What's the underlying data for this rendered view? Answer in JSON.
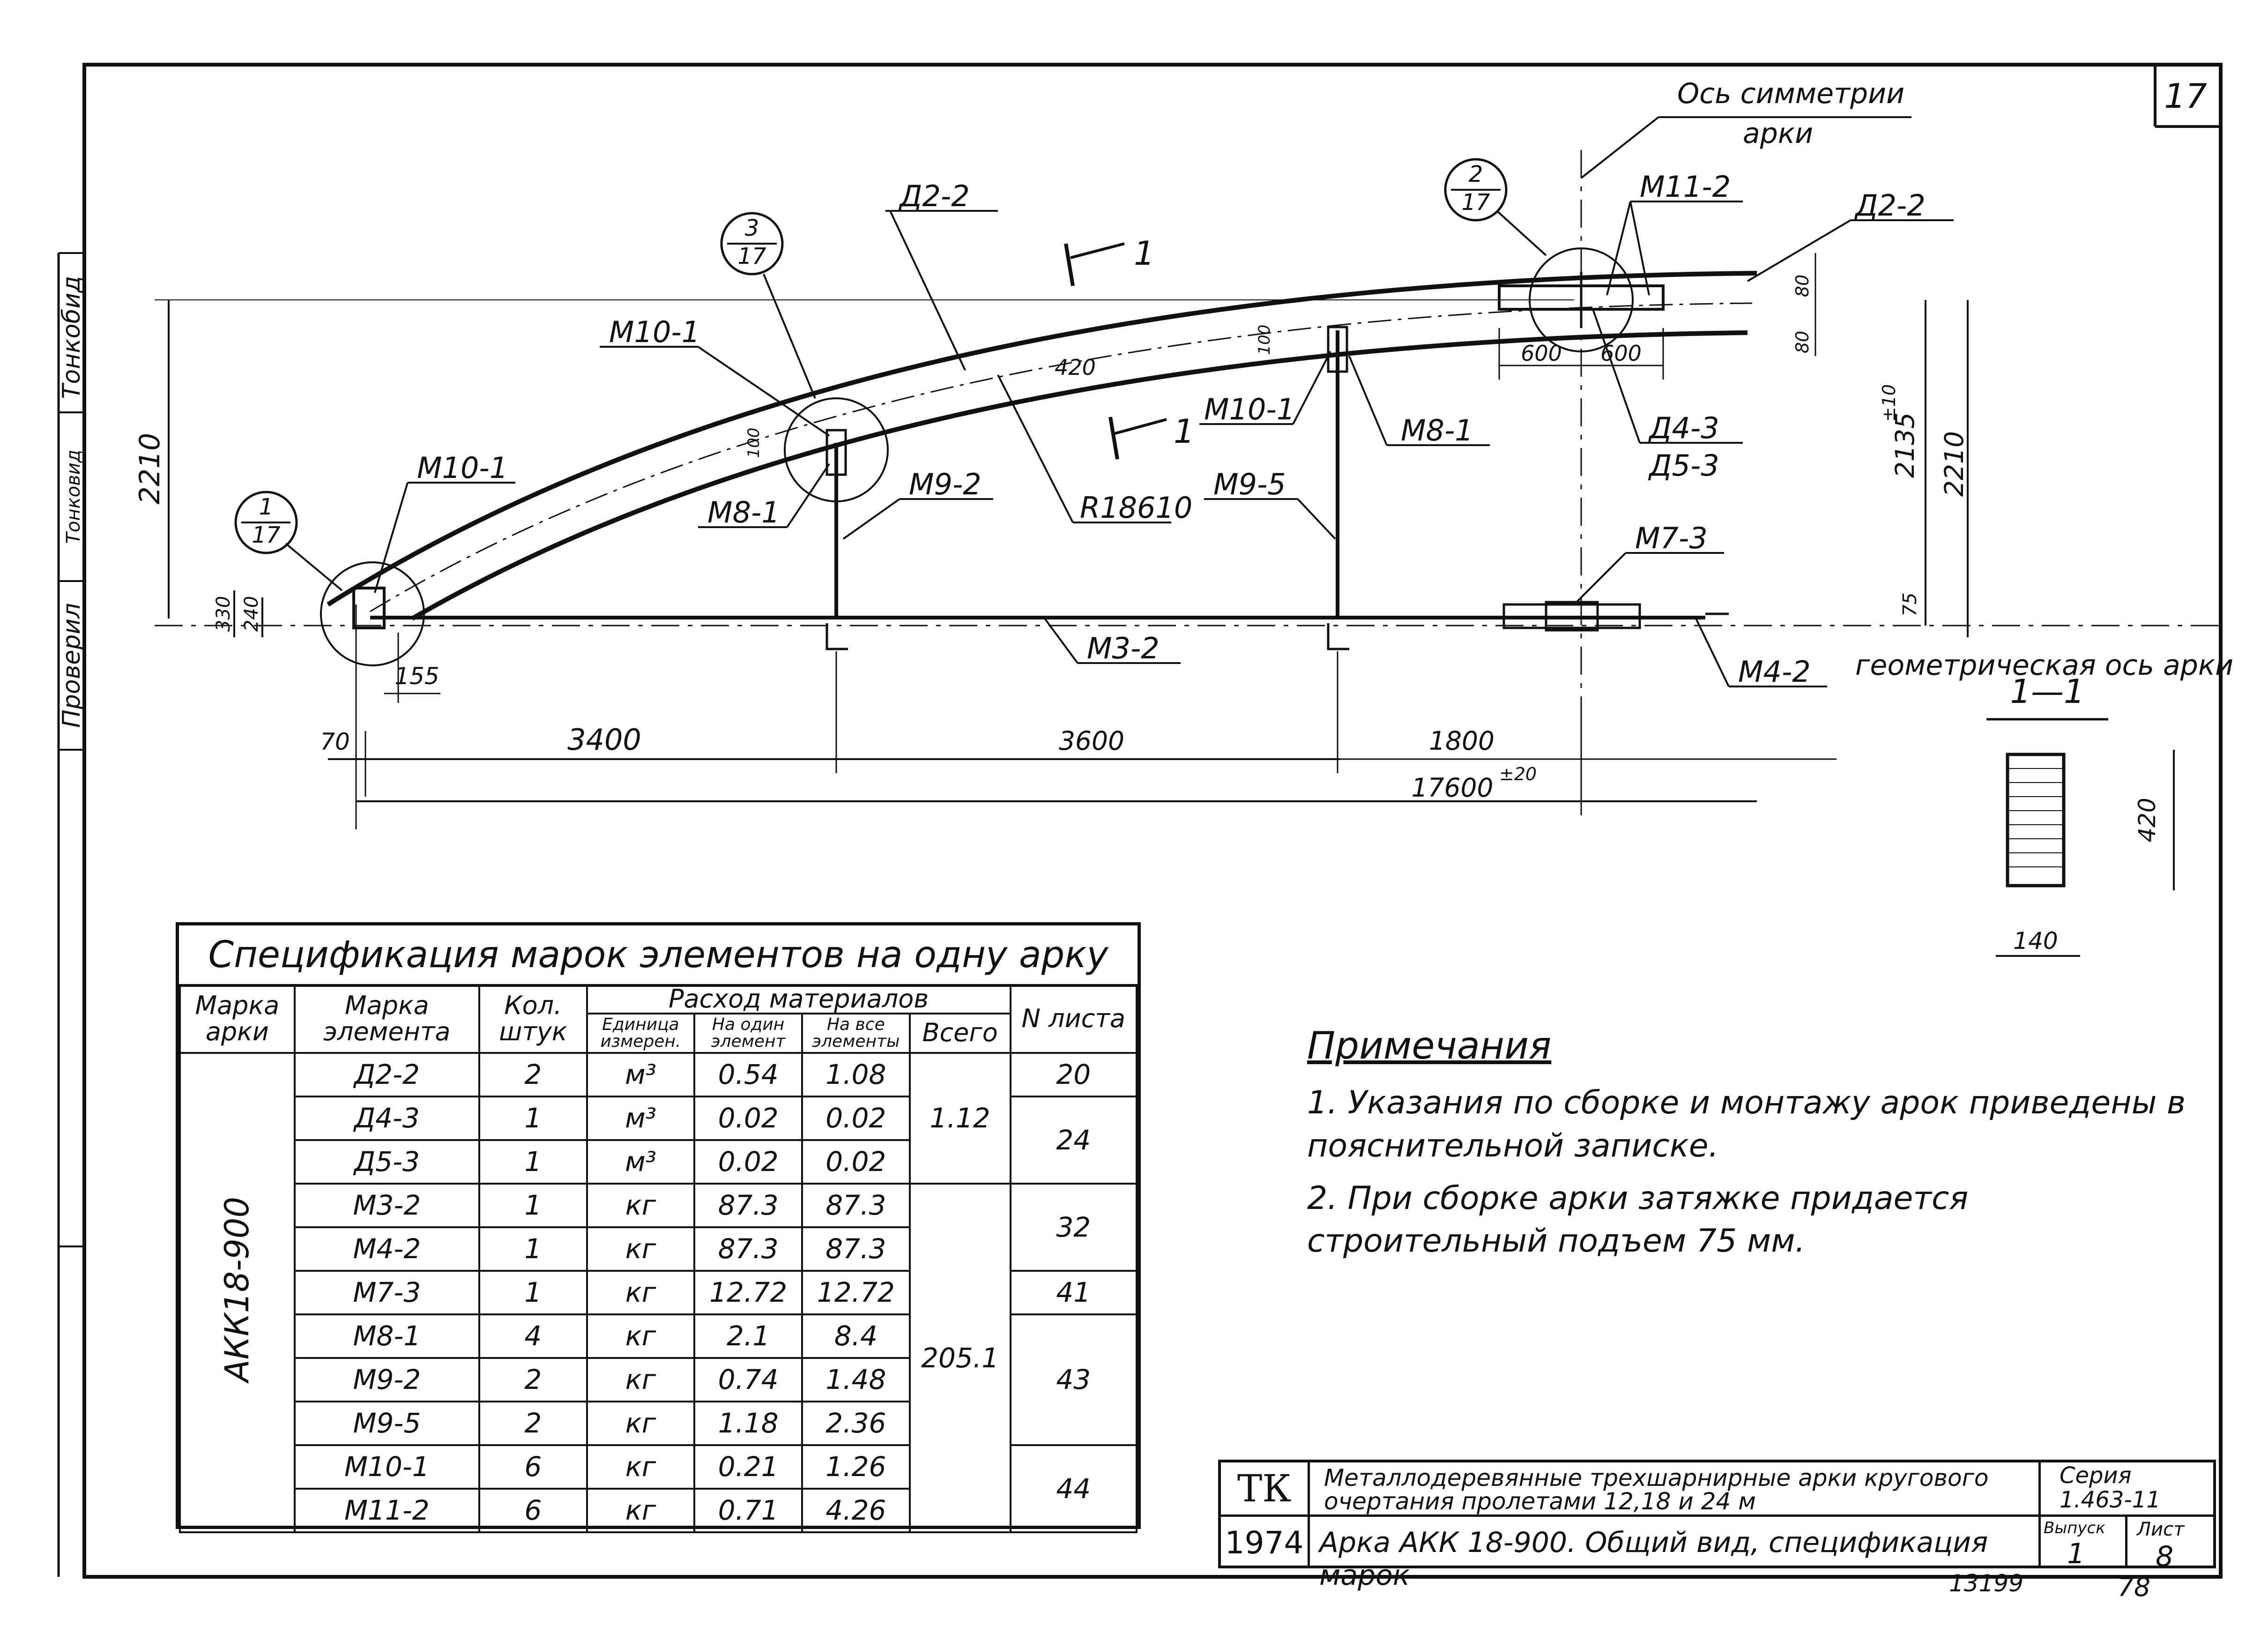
{
  "sheet": {
    "number": "17",
    "bottom_code": "13199",
    "bottom_page": "78"
  },
  "side_labels": {
    "checked": "Проверил",
    "name1": "Тонковид",
    "name2": "Тонкобид"
  },
  "drawing": {
    "symmetry_axis_label": "Ось симметрии",
    "symmetry_axis_label2": "арки",
    "geometric_axis_label": "геометрическая ось арки",
    "radius": "R18610",
    "section_mark": "1",
    "section_title": "1—1",
    "callouts": [
      {
        "num": "1",
        "den": "17"
      },
      {
        "num": "3",
        "den": "17"
      },
      {
        "num": "2",
        "den": "17"
      }
    ],
    "element_labels": {
      "d2_2_left": "Д2-2",
      "d2_2_right": "Д2-2",
      "m10_1_a": "М10-1",
      "m10_1_b": "М10-1",
      "m10_1_c": "М10-1",
      "m8_1_a": "М8-1",
      "m8_1_b": "М8-1",
      "m9_2": "М9-2",
      "m9_5": "М9-5",
      "m11_2": "М11-2",
      "d4_3": "Д4-3",
      "d5_3": "Д5-3",
      "m7_3": "М7-3",
      "m3_2": "М3-2",
      "m4_2": "М4-2"
    },
    "dimensions": {
      "h_left": "2210",
      "h_right": "2210",
      "h_mid": "2135",
      "h_mid_tol": "±10",
      "d330": "330",
      "d240": "240",
      "d155": "155",
      "d70": "70",
      "d3400": "3400",
      "d3600": "3600",
      "d1800": "1800",
      "d17600": "17600",
      "d17600_tol": "±20",
      "d420": "420",
      "d100a": "100",
      "d100b": "100",
      "d600a": "600",
      "d600b": "600",
      "d80a": "80",
      "d80b": "80",
      "d75": "75",
      "sec_420": "420",
      "sec_140": "140"
    }
  },
  "spec_table": {
    "title": "Спецификация марок элементов на одну арку",
    "headers": {
      "arch_mark": "Марка арки",
      "element_mark": "Марка элемента",
      "qty": "Кол. штук",
      "materials": "Расход материалов",
      "unit": "Единица измерен.",
      "per_one": "На один элемент",
      "per_all": "На все элементы",
      "total": "Всего",
      "sheet_no": "N листа"
    },
    "arch": "АКК18-900",
    "rows": [
      {
        "mark": "Д2-2",
        "qty": "2",
        "unit": "м³",
        "one": "0.54",
        "all": "1.08"
      },
      {
        "mark": "Д4-3",
        "qty": "1",
        "unit": "м³",
        "one": "0.02",
        "all": "0.02"
      },
      {
        "mark": "Д5-3",
        "qty": "1",
        "unit": "м³",
        "one": "0.02",
        "all": "0.02"
      },
      {
        "mark": "М3-2",
        "qty": "1",
        "unit": "кг",
        "one": "87.3",
        "all": "87.3"
      },
      {
        "mark": "М4-2",
        "qty": "1",
        "unit": "кг",
        "one": "87.3",
        "all": "87.3"
      },
      {
        "mark": "М7-3",
        "qty": "1",
        "unit": "кг",
        "one": "12.72",
        "all": "12.72"
      },
      {
        "mark": "М8-1",
        "qty": "4",
        "unit": "кг",
        "one": "2.1",
        "all": "8.4"
      },
      {
        "mark": "М9-2",
        "qty": "2",
        "unit": "кг",
        "one": "0.74",
        "all": "1.48"
      },
      {
        "mark": "М9-5",
        "qty": "2",
        "unit": "кг",
        "one": "1.18",
        "all": "2.36"
      },
      {
        "mark": "М10-1",
        "qty": "6",
        "unit": "кг",
        "one": "0.21",
        "all": "1.26"
      },
      {
        "mark": "М11-2",
        "qty": "6",
        "unit": "кг",
        "one": "0.71",
        "all": "4.26"
      }
    ],
    "totals": {
      "wood": "1.12",
      "metal": "205.1"
    },
    "sheets": {
      "s20": "20",
      "s24": "24",
      "s32": "32",
      "s41": "41",
      "s43": "43",
      "s44": "44"
    }
  },
  "notes": {
    "heading": "Примечания",
    "items": [
      "1. Указания по сборке и монтажу арок приведены в пояснительной записке.",
      "2. При сборке арки затяжке придается строительный подъем 75 мм."
    ]
  },
  "title_block": {
    "org": "ТК",
    "year": "1974",
    "title1": "Металлодеревянные трехшарнирные арки кругового очертания пролетами 12,18 и 24 м",
    "title2": "Арка АКК 18-900. Общий вид, спецификация марок",
    "series_label": "Серия",
    "series": "1.463-11",
    "issue_label": "Выпуск",
    "issue": "1",
    "sheet_label": "Лист",
    "sheet": "8"
  }
}
